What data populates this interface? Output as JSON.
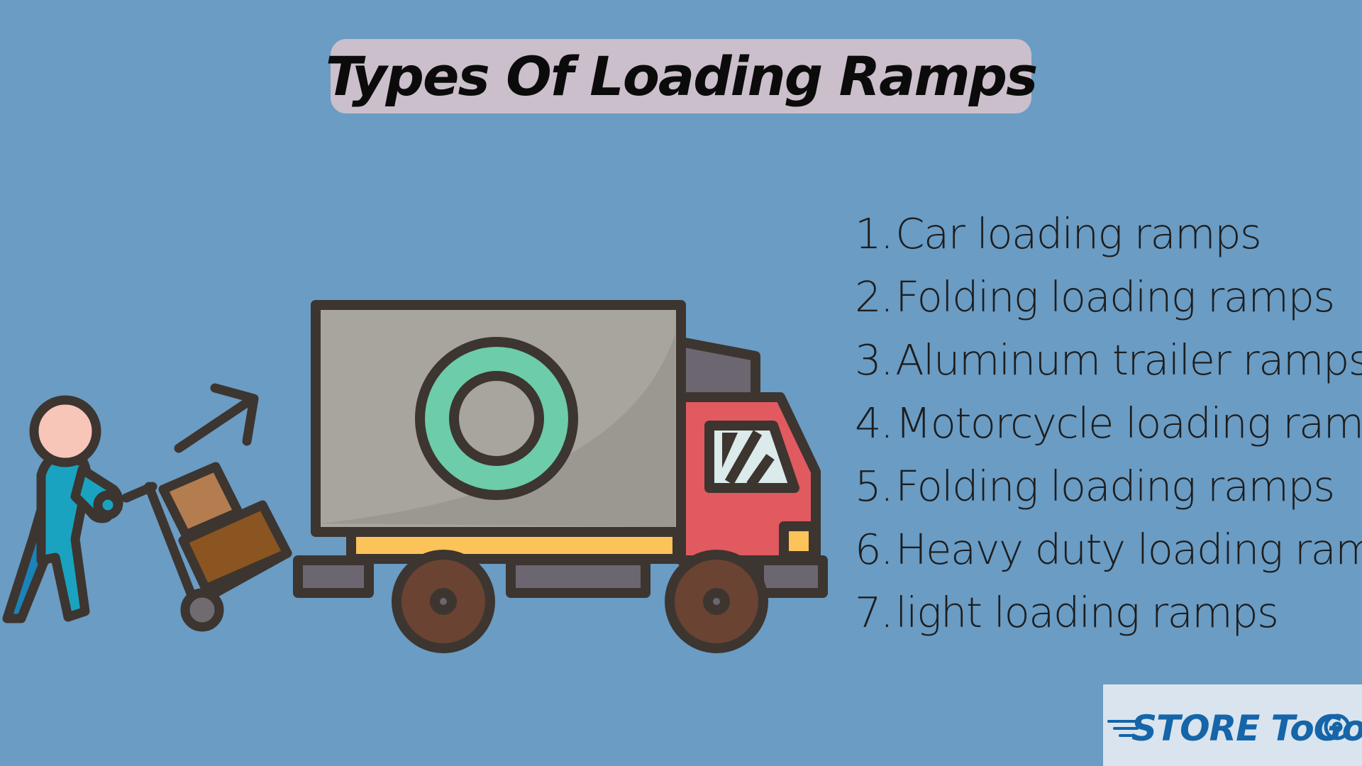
{
  "title": "Types Of Loading Ramps",
  "list": [
    {
      "num": "1.",
      "label": "Car loading ramps"
    },
    {
      "num": "2.",
      "label": "Folding loading ramps"
    },
    {
      "num": "3.",
      "label": "Aluminum trailer ramps"
    },
    {
      "num": "4.",
      "label": "Motorcycle loading ramps"
    },
    {
      "num": "5.",
      "label": "Folding loading ramps"
    },
    {
      "num": "6.",
      "label": "Heavy duty loading ramps"
    },
    {
      "num": "7.",
      "label": "light loading ramps"
    }
  ],
  "logo": {
    "text": "STORE ToGo"
  },
  "icons": {
    "illustration": "delivery-truck-icon",
    "worker": "worker-with-hand-truck-icon",
    "arrow": "arrow-up-right-icon"
  },
  "colors": {
    "background": "#6a9cc4",
    "title_pill": "#cbbfcb",
    "outline": "#3d3530",
    "truck_body": "#a7a59d",
    "truck_cab": "#e05a60",
    "wheel": "#6a4332",
    "logo_bg": "#d9e4ee",
    "logo_text": "#1565a8"
  }
}
